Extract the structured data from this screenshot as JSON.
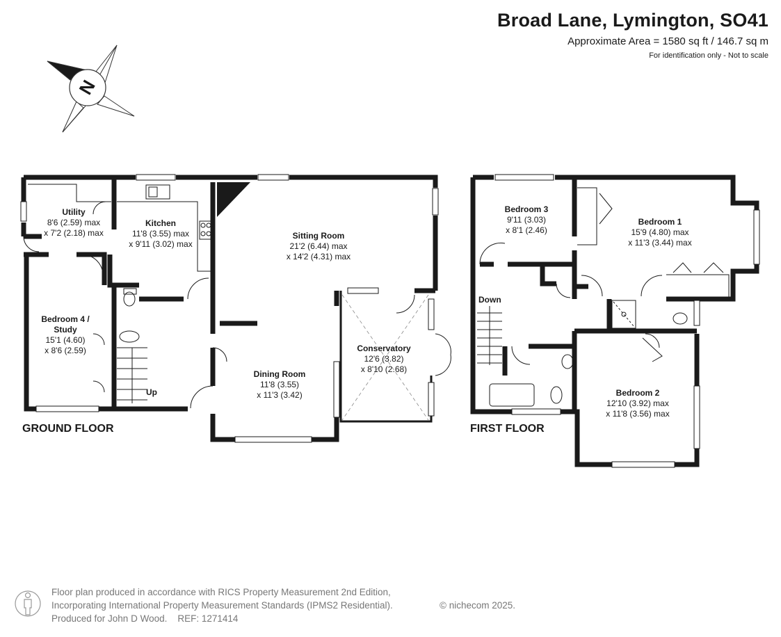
{
  "header": {
    "title": "Broad Lane, Lymington, SO41",
    "area": "Approximate Area = 1580 sq ft / 146.7 sq m",
    "note": "For identification only - Not to scale"
  },
  "compass": {
    "letter": "N",
    "icon": "compass-rose-icon"
  },
  "ground_floor": {
    "label": "GROUND FLOOR",
    "rooms": [
      {
        "name": "Utility",
        "dims": [
          "8'6 (2.59) max",
          "x 7'2 (2.18) max"
        ]
      },
      {
        "name": "Kitchen",
        "dims": [
          "11'8 (3.55) max",
          "x 9'11 (3.02) max"
        ]
      },
      {
        "name": "Sitting Room",
        "dims": [
          "21'2 (6.44) max",
          "x 14'2 (4.31) max"
        ]
      },
      {
        "name": "Bedroom 4 /",
        "name2": "Study",
        "dims": [
          "15'1 (4.60)",
          "x 8'6 (2.59)"
        ]
      },
      {
        "name": "Dining Room",
        "dims": [
          "11'8 (3.55)",
          "x 11'3 (3.42)"
        ]
      },
      {
        "name": "Conservatory",
        "dims": [
          "12'6 (3.82)",
          "x 8'10 (2.68)"
        ]
      }
    ],
    "stairs_label": "Up"
  },
  "first_floor": {
    "label": "FIRST FLOOR",
    "rooms": [
      {
        "name": "Bedroom 3",
        "dims": [
          "9'11 (3.03)",
          "x 8'1 (2.46)"
        ]
      },
      {
        "name": "Bedroom 1",
        "dims": [
          "15'9 (4.80) max",
          "x 11'3 (3.44) max"
        ]
      },
      {
        "name": "Bedroom 2",
        "dims": [
          "12'10 (3.92) max",
          "x 11'8 (3.56) max"
        ]
      }
    ],
    "stairs_label": "Down"
  },
  "footer": {
    "lines": [
      "Floor plan produced in accordance with RICS Property Measurement 2nd Edition,",
      "Incorporating International Property Measurement Standards (IPMS2 Residential).",
      "Produced for John D Wood.    REF: 1271414"
    ],
    "copyright": "© nichecom 2025.",
    "icon": "person-icon"
  }
}
